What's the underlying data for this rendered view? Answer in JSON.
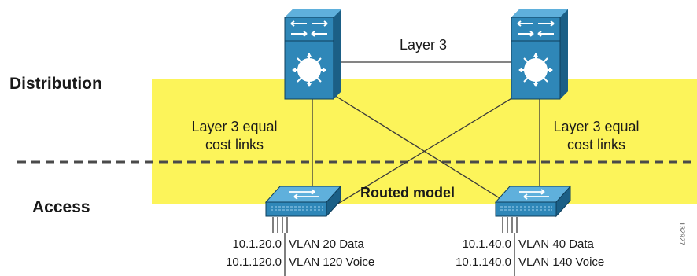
{
  "colors": {
    "zone": "#fcf45a",
    "device": "#2f87b8",
    "device_dark": "#1b5f86",
    "device_top": "#5fb0dc",
    "line": "#3a3a3a"
  },
  "labels": {
    "distribution": "Distribution",
    "access": "Access",
    "layer3": "Layer 3",
    "equal_cost_left": [
      "Layer 3 equal",
      "cost links"
    ],
    "equal_cost_right": [
      "Layer 3 equal",
      "cost links"
    ],
    "routed_model": "Routed model",
    "figure_id": "132927"
  },
  "access_switches": [
    {
      "subnets": [
        {
          "network": "10.1.20.0",
          "vlan": "VLAN 20 Data"
        },
        {
          "network": "10.1.120.0",
          "vlan": "VLAN 120 Voice"
        }
      ]
    },
    {
      "subnets": [
        {
          "network": "10.1.40.0",
          "vlan": "VLAN 40 Data"
        },
        {
          "network": "10.1.140.0",
          "vlan": "VLAN 140 Voice"
        }
      ]
    }
  ],
  "icons": {
    "distribution_switch": "multilayer-switch-icon",
    "access_switch": "workgroup-switch-icon"
  }
}
